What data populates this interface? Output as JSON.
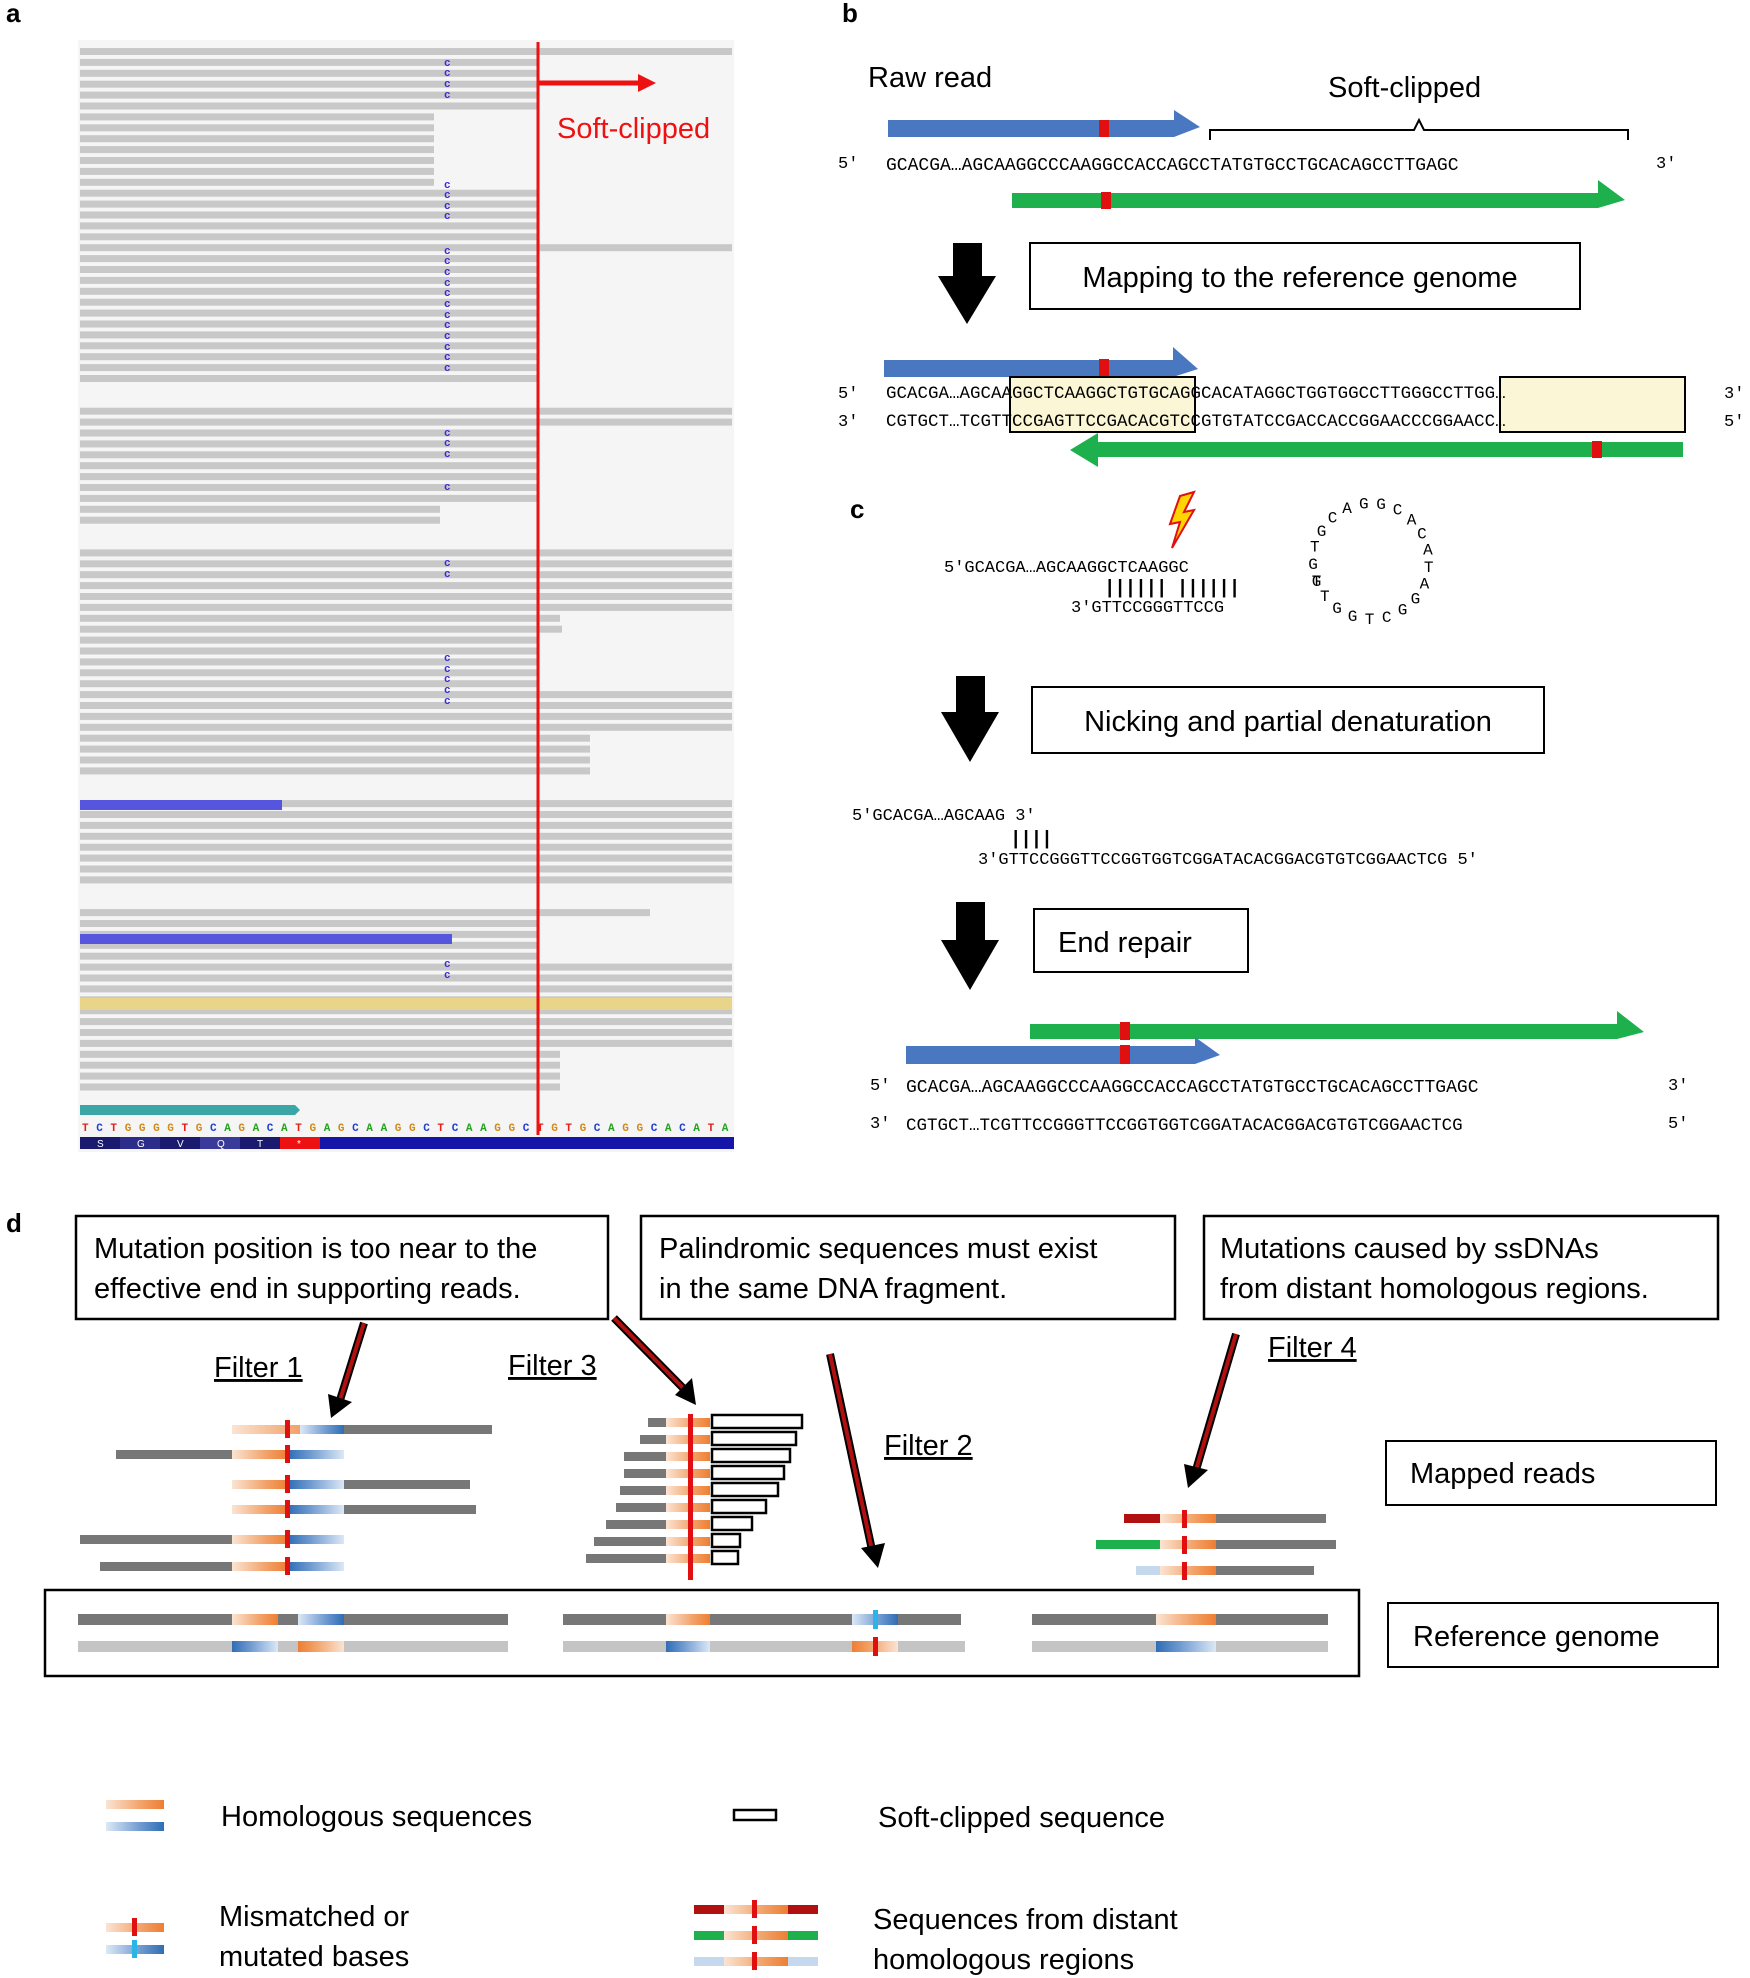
{
  "panels": {
    "a": "a",
    "b": "b",
    "c": "c",
    "d": "d"
  },
  "panel_a": {
    "soft_clipped_label": "Soft-clipped",
    "base_mark": "c",
    "ref_sequence": "TCTGGGGTGCAGACATGAGCAAGGCTCAAGGCTGTGCAGGCACATA",
    "amino_acids": [
      "S",
      "G",
      "V",
      "Q",
      "T",
      "*"
    ],
    "colors": {
      "read": "#c8c8c8",
      "clip_line": "#ee1111",
      "mark": "#3b2bd6",
      "insert_bar": "#5555dd",
      "highlight": "#e9d58a",
      "teal": "#3aa6a6"
    }
  },
  "panel_b": {
    "raw_read": "Raw read",
    "soft_clipped": "Soft-clipped",
    "p5": "5′",
    "p3": "3′",
    "raw_seq": "GCACGA…AGCAAGGCCCAAGGCCACCAGCCTATGTGCCTGCACAGCCTTGAGC",
    "mapping_box": "Mapping to the reference genome",
    "ref_top_seq": "GCACGA…AGCAAGGCTCAAGGCTGTGCAGGCACATAGGCTGGTGGCCTTGGGCCTTGG…",
    "ref_bottom_seq": "CGTGCT…TCGTTCCGAGTTCCGACACGTCCGTGTATCCGACCACCGGAACCCGGAACC…"
  },
  "panel_c": {
    "hairpin_top": "5′GCACGA…AGCAAGGCTCAAGGC",
    "hairpin_bonds": "|||||| ||||||",
    "hairpin_bottom": "3′GTTCCGGGTTCCG",
    "loop_letters": [
      "T",
      "G",
      "T",
      "G",
      "C",
      "A",
      "G",
      "G",
      "C",
      "A",
      "C",
      "A",
      "T",
      "A",
      "G",
      "G",
      "C",
      "T",
      "G",
      "G",
      "T",
      "G"
    ],
    "loop_top": "TGCAG",
    "loop_bottom": "GGTCG",
    "nick_box": "Nicking and partial denaturation",
    "nick_top": "5′GCACGA…AGCAAG 3′",
    "nick_bonds": "||||",
    "nick_bottom": "3′GTTCCGGGTTCCGGTGGTCGGATACACGGACGTGTCGGAACTCG 5′",
    "end_repair_box": "End repair",
    "final_top": "GCACGA…AGCAAGGCCCAAGGCCACCAGCCTATGTGCCTGCACAGCCTTGAGC",
    "final_bottom": "CGTGCT…TCGTTCCGGGTTCCGGTGGTCGGATACACGGACGTGTCGGAACTCG"
  },
  "panel_d": {
    "box1": [
      "Mutation position is too near to the",
      "effective end in supporting reads."
    ],
    "box2": [
      "Palindromic sequences must exist",
      "in the same DNA fragment."
    ],
    "box3": [
      "Mutations caused by ssDNAs",
      "from distant homologous regions."
    ],
    "filter1": "Filter 1",
    "filter2": "Filter 2",
    "filter3": "Filter 3",
    "filter4": "Filter 4",
    "mapped_reads": "Mapped reads",
    "reference_genome": "Reference genome",
    "legend": {
      "homologous": "Homologous sequences",
      "soft_clipped": "Soft-clipped sequence",
      "mismatched": [
        "Mismatched or",
        "mutated bases"
      ],
      "distant": [
        "Sequences from distant",
        "homologous regions"
      ]
    }
  },
  "colors": {
    "blue_arrow": "#4a78c0",
    "green_arrow": "#1db04c",
    "red_mark": "#e01010",
    "orange": "#ee7e33",
    "dark_blue": "#2f6db5",
    "dark_red": "#b01010",
    "box_fill": "#fbf6d5"
  }
}
